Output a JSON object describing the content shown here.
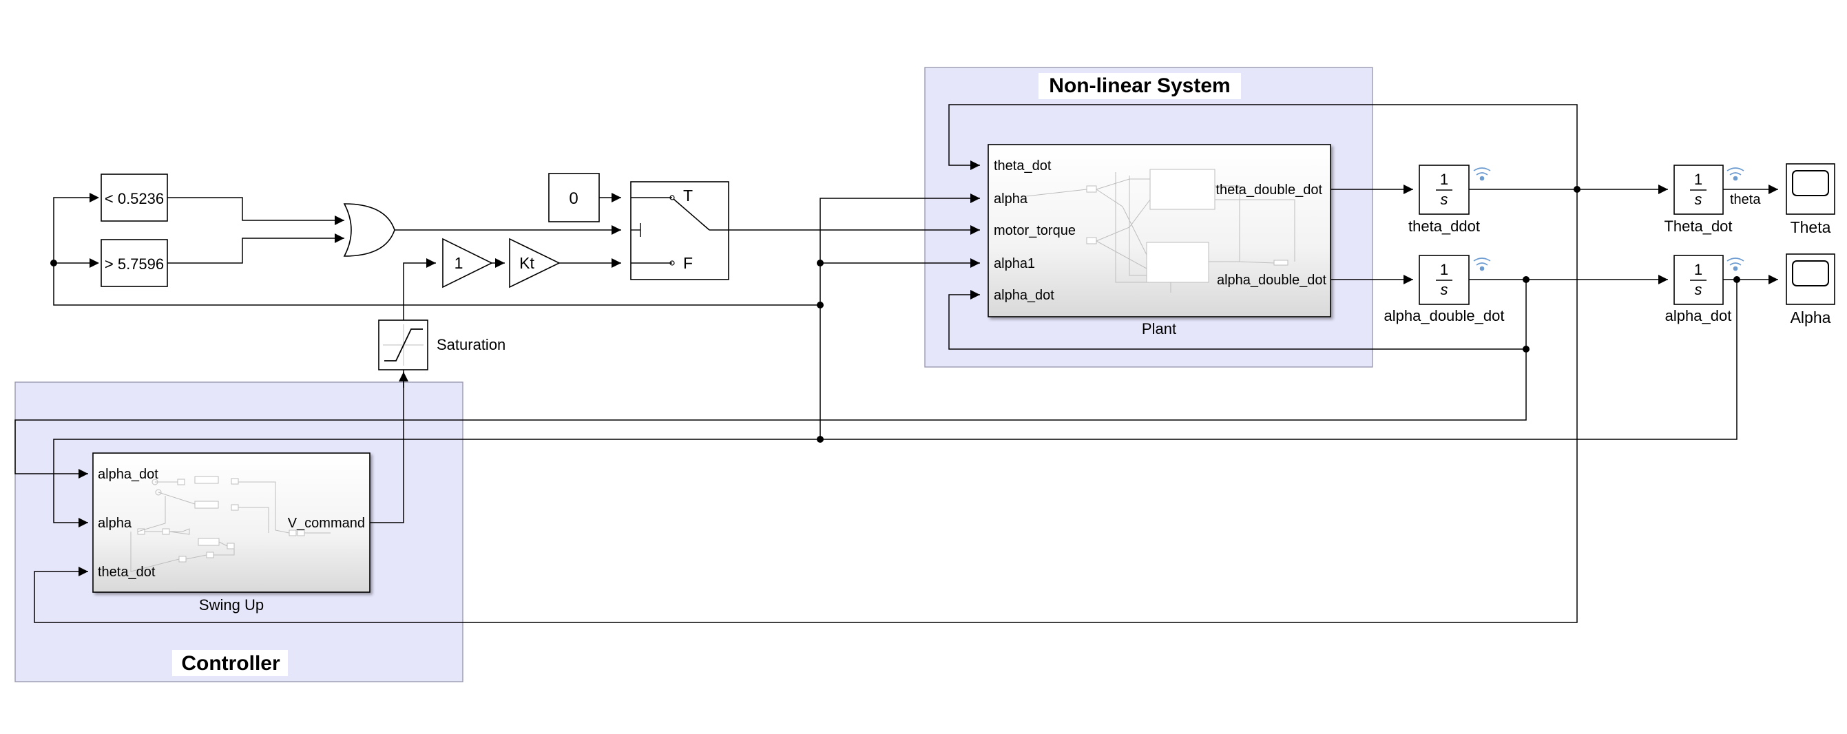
{
  "groups": {
    "nonlinear_title": "Non-linear System",
    "controller_title": "Controller"
  },
  "compare_blocks": {
    "lower": "< 0.5236",
    "upper": "> 5.7596"
  },
  "constant_zero": "0",
  "gain_one": "1",
  "gain_kt": "Kt",
  "switch": {
    "true_port": "T",
    "false_port": "F"
  },
  "saturation_label": "Saturation",
  "plant": {
    "name": "Plant",
    "inputs": [
      "theta_dot",
      "alpha",
      "motor_torque",
      "alpha1",
      "alpha_dot"
    ],
    "outputs": [
      "theta_double_dot",
      "alpha_double_dot"
    ]
  },
  "swing_up": {
    "name": "Swing Up",
    "inputs": [
      "alpha_dot",
      "alpha",
      "theta_dot"
    ],
    "output": "V_command"
  },
  "integrators": {
    "numerator": "1",
    "denominator": "s",
    "theta_ddot": "theta_ddot",
    "alpha_double_dot": "alpha_double_dot",
    "theta_dot": "Theta_dot",
    "alpha_dot": "alpha_dot"
  },
  "signal_theta": "theta",
  "scopes": {
    "theta": "Theta",
    "alpha": "Alpha"
  }
}
